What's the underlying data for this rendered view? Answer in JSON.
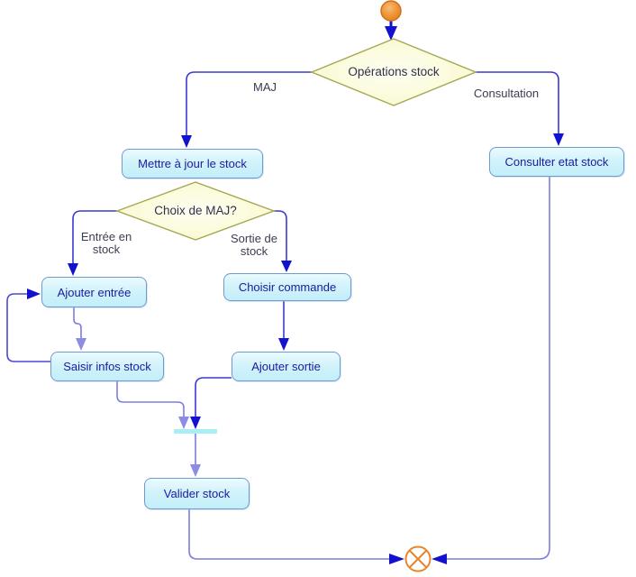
{
  "diagram_type": "uml-activity-diagram",
  "colors": {
    "background": "#ffffff",
    "activity_fill_top": "#eafbff",
    "activity_fill_bottom": "#c3eef9",
    "activity_border": "#6f9ad0",
    "activity_text": "#1a1aa0",
    "decision_fill": "#f9f9cc",
    "decision_border": "#a6a653",
    "decision_text": "#30304a",
    "edge_dark": "#3939d0",
    "edge_light": "#7d7ddd",
    "arrowhead_dark": "#1212cf",
    "arrowhead_light": "#8c8ce4",
    "start_node_orange": "#ee9337",
    "end_node_orange": "#e8872e",
    "sync_bar_cyan": "#aaedf3",
    "edge_label_text": "#3c3c50"
  },
  "nodes": {
    "start": {
      "kind": "initial-node"
    },
    "end": {
      "kind": "flow-final-node"
    }
  },
  "decisions": [
    {
      "label": "Opérations stock"
    },
    {
      "label": "Choix de MAJ?"
    }
  ],
  "activities": [
    {
      "label": "Mettre à jour le stock"
    },
    {
      "label": "Consulter etat stock"
    },
    {
      "label": "Ajouter entrée"
    },
    {
      "label": "Choisir commande"
    },
    {
      "label": "Saisir infos stock"
    },
    {
      "label": "Ajouter sortie"
    },
    {
      "label": "Valider stock"
    }
  ],
  "edge_labels": [
    {
      "label": "MAJ"
    },
    {
      "label": "Consultation"
    },
    {
      "label": "Entrée en\nstock"
    },
    {
      "label": "Sortie de\nstock"
    }
  ]
}
